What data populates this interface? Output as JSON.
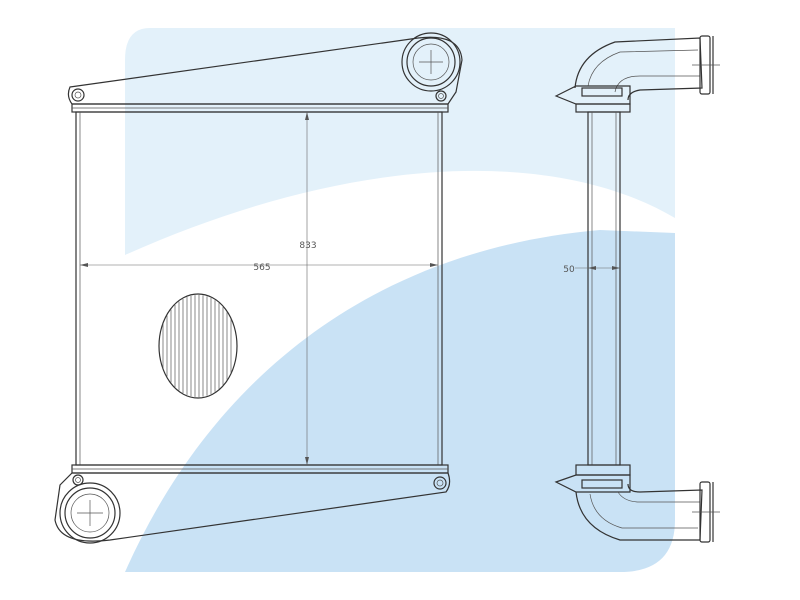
{
  "drawing": {
    "front_view": {
      "width_dimension": "565",
      "height_dimension": "833"
    },
    "side_view": {
      "depth_dimension": "50"
    }
  },
  "colors": {
    "watermark_light": "#e3f1fa",
    "watermark_mid": "#c9e2f5",
    "line": "#333333"
  }
}
